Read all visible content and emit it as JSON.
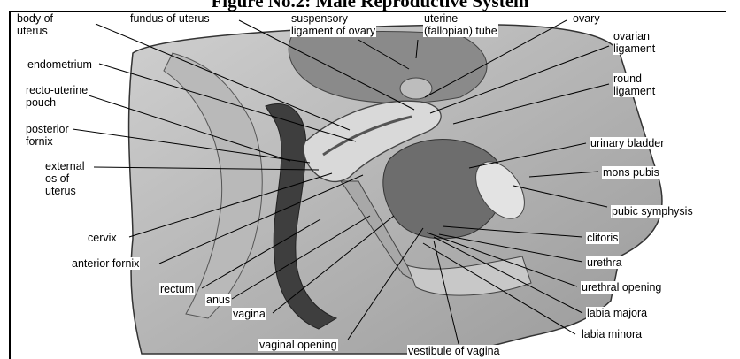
{
  "title": "Figure No.2: Male Reproductive System",
  "labels": {
    "body_of_uterus": "body of\nuterus",
    "fundus_of_uterus": "fundus of uterus",
    "suspensory_ligament": "suspensory\nligament of ovary",
    "uterine_tube": "uterine\n(fallopian) tube",
    "ovary": "ovary",
    "ovarian_ligament": "ovarian\nligament",
    "endometrium": "endometrium",
    "recto_uterine_pouch": "recto-uterine\npouch",
    "round_ligament": "round\nligament",
    "posterior_fornix": "posterior\nfornix",
    "urinary_bladder": "urinary bladder",
    "external_os": "external\nos of\nuterus",
    "mons_pubis": "mons pubis",
    "pubic_symphysis": "pubic symphysis",
    "cervix": "cervix",
    "clitoris": "clitoris",
    "anterior_fornix": "anterior fornix",
    "urethra": "urethra",
    "rectum": "rectum",
    "urethral_opening": "urethral opening",
    "anus": "anus",
    "vagina": "vagina",
    "labia_majora": "labia majora",
    "labia_minora": "labia minora",
    "vaginal_opening": "vaginal opening",
    "vestibule_of_vagina": "vestibule of vagina"
  }
}
